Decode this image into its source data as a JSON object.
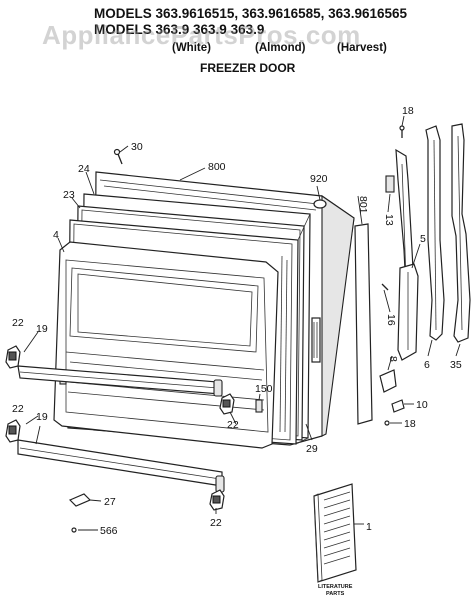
{
  "watermark": "AppliancePartsPros.com",
  "header": {
    "line1": "MODELS 363.9616515, 363.9616585, 363.9616565",
    "line2": "MODELS 363.9 363.9 363.9",
    "color_white": "(White)",
    "color_almond": "(Almond)",
    "color_harvest": "(Harvest)",
    "title": "FREEZER DOOR"
  },
  "callouts": {
    "p30": "30",
    "p800": "800",
    "p920": "920",
    "p18a": "18",
    "p24": "24",
    "p23": "23",
    "p4": "4",
    "p801": "801",
    "p13": "13",
    "p5": "5",
    "p16": "16",
    "p22a": "22",
    "p19a": "19",
    "p150": "150",
    "p22b": "22",
    "p8": "8",
    "p10": "10",
    "p18b": "18",
    "p29": "29",
    "p6": "6",
    "p35": "35",
    "p22c": "22",
    "p19b": "19",
    "p27": "27",
    "p566": "566",
    "p22d": "22",
    "p1": "1"
  },
  "literature": {
    "line1": "LITERATURE",
    "line2": "PARTS"
  }
}
